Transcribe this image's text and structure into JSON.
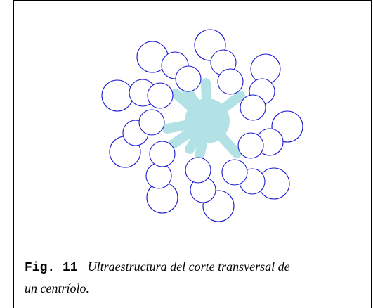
{
  "figure": {
    "label": "Fig. 11",
    "caption": "Ultraestructura del corte transversal de un centríolo."
  },
  "colors": {
    "microtubule": "#1a1ad0",
    "hub": "#b3e2e6",
    "frame": "#000000",
    "background": "#ffffff"
  },
  "diagram": {
    "triplet_count": 9,
    "tubules_per_triplet": 3,
    "spoke_count": 9
  }
}
